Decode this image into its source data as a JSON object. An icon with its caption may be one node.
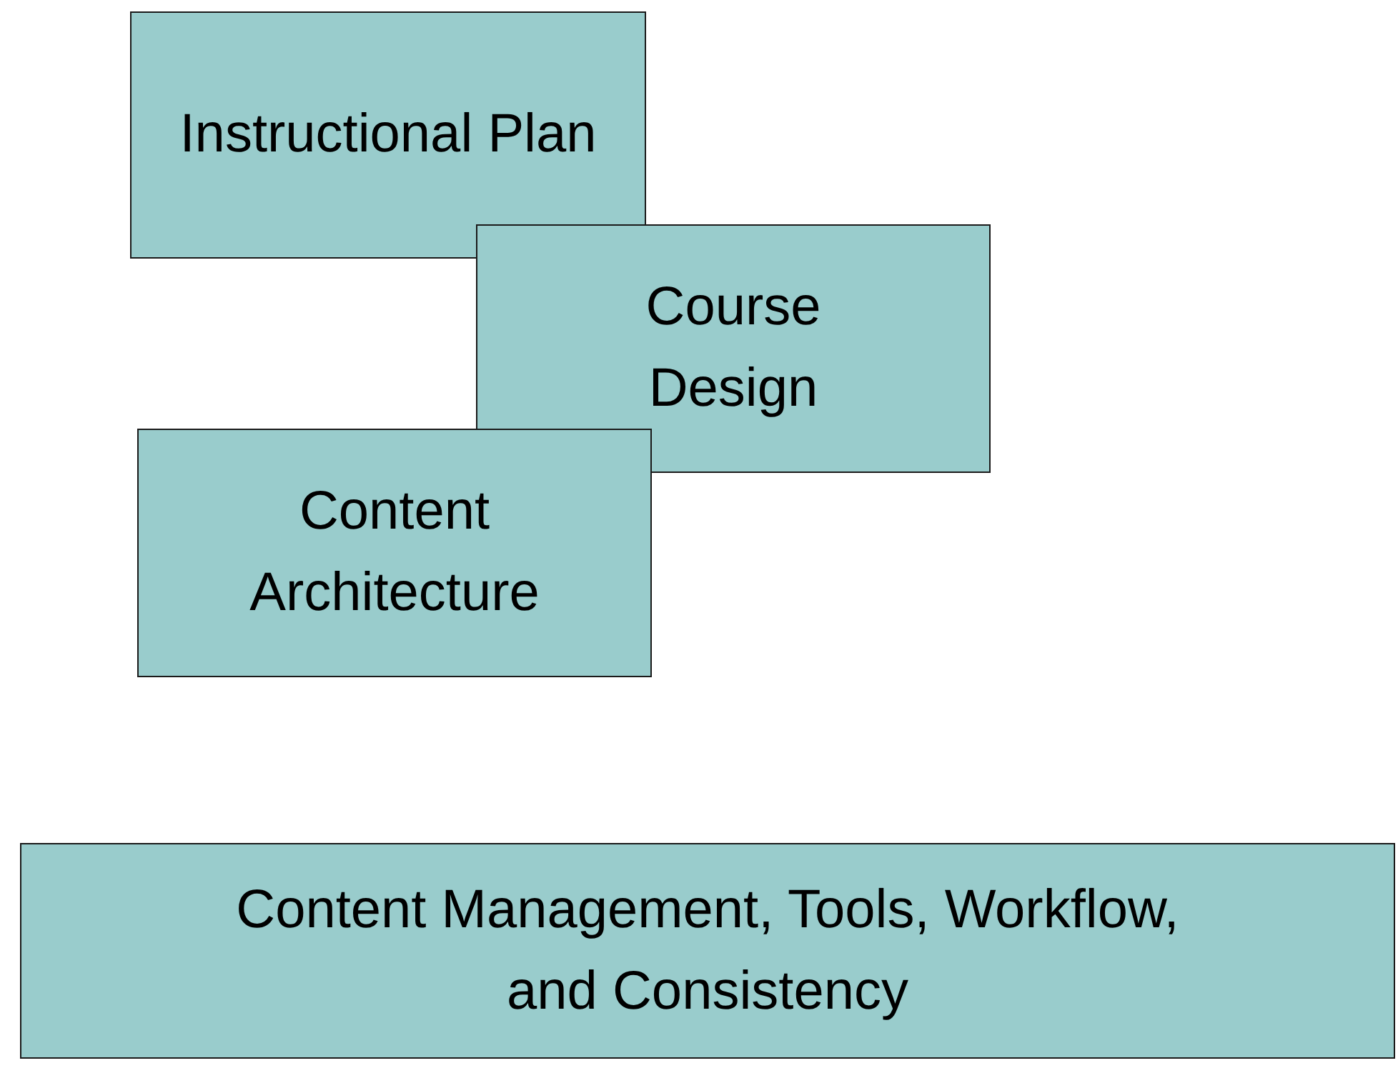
{
  "diagram": {
    "nodes": [
      {
        "text": [
          "Instructional Plan"
        ]
      },
      {
        "text": [
          "Course Design"
        ]
      },
      {
        "text": [
          "Content Architecture"
        ]
      },
      {
        "text": [
          "Content Management, Tools, Workflow, and Consistency"
        ]
      }
    ]
  }
}
